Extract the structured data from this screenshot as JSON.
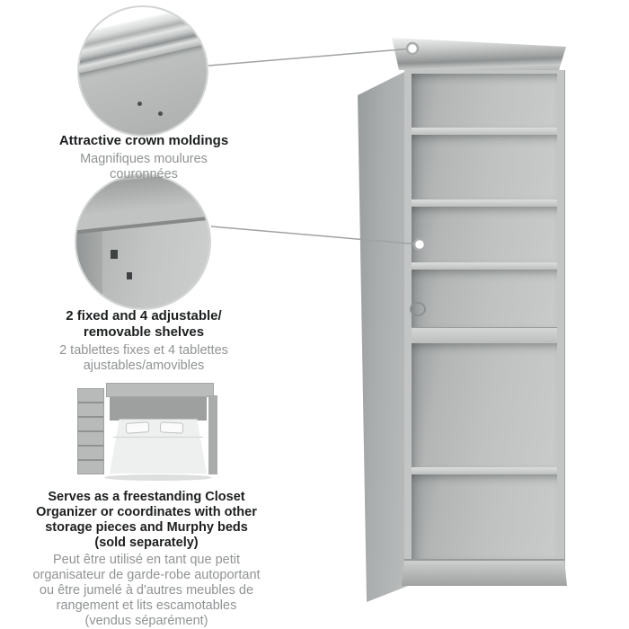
{
  "product": {
    "name": "closet organizer storage tower",
    "wood_color": "#c2c5c4",
    "shelf_openings": 6
  },
  "annotation": {
    "line_color": "#9fa2a3",
    "marker_fill": "#ffffff",
    "marker_stroke": "#a9acad"
  },
  "features": [
    {
      "id": "crown-moldings",
      "title": "Attractive crown moldings",
      "subtitle_fr": "Magnifiques moulures\ncouronnées"
    },
    {
      "id": "shelves",
      "title": "2 fixed and 4 adjustable/\nremovable shelves",
      "subtitle_fr": "2 tablettes fixes et 4 tablettes\najustables/amovibles"
    },
    {
      "id": "freestanding-organizer",
      "title": "Serves as a freestanding Closet\nOrganizer or coordinates with other\nstorage pieces and Murphy beds\n(sold separately)",
      "subtitle_fr": "Peut être utilisé en tant que petit\norganisateur de garde-robe autoportant\nou être jumelé à d'autres meubles de\nrangement et lits escamotables\n(vendus séparément)"
    }
  ]
}
